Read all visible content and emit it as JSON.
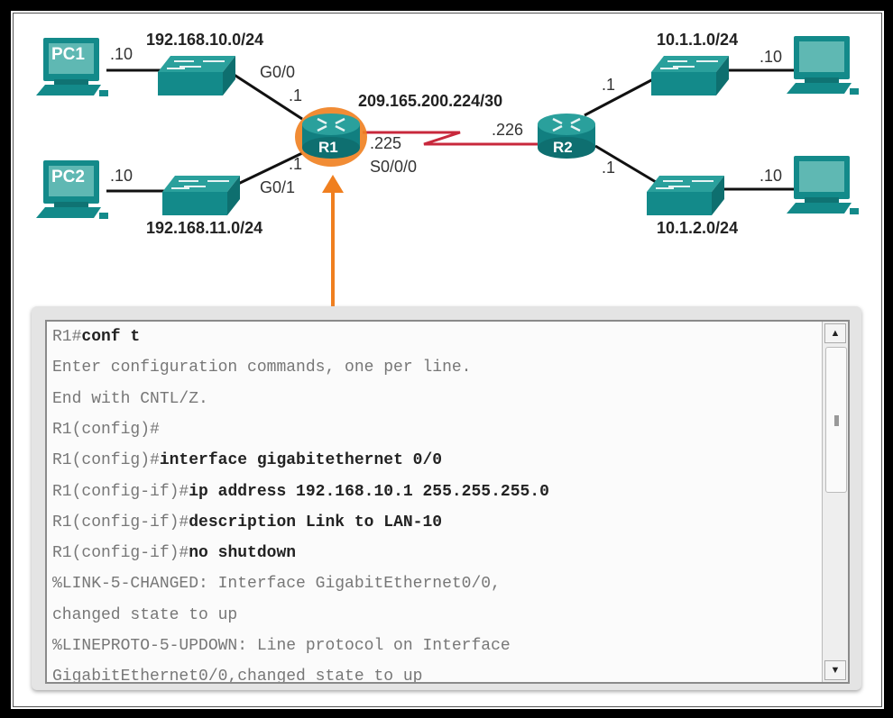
{
  "diagram": {
    "left_top_network": "192.168.10.0/24",
    "left_bottom_network": "192.168.11.0/24",
    "wan_network": "209.165.200.224/30",
    "right_top_network": "10.1.1.0/24",
    "right_bottom_network": "10.1.2.0/24",
    "pc1_label": "PC1",
    "pc2_label": "PC2",
    "r1_label": "R1",
    "r2_label": "R2",
    "pc1_host": ".10",
    "pc2_host": ".10",
    "pc3_host": ".10",
    "pc4_host": ".10",
    "r1_g00_iface": "G0/0",
    "r1_g01_iface": "G0/1",
    "r1_g00_host": ".1",
    "r1_g01_host": ".1",
    "r1_serial_host": ".225",
    "r1_serial_iface": "S0/0/0",
    "r2_serial_host": ".226",
    "r2_top_host": ".1",
    "r2_bottom_host": ".1",
    "colors": {
      "device": "#138a8a",
      "highlight": "#f07f1f",
      "serial_link": "#c8283c",
      "arrow": "#f07f1f"
    }
  },
  "terminal": {
    "lines": [
      {
        "prompt": "R1#",
        "cmd": "conf t"
      },
      {
        "prompt": "Enter configuration commands, one per line.",
        "cmd": ""
      },
      {
        "prompt": "End with CNTL/Z.",
        "cmd": ""
      },
      {
        "prompt": "R1(config)#",
        "cmd": ""
      },
      {
        "prompt": "R1(config)#",
        "cmd": "interface gigabitethernet 0/0"
      },
      {
        "prompt": "R1(config-if)#",
        "cmd": "ip address 192.168.10.1 255.255.255.0"
      },
      {
        "prompt": "R1(config-if)#",
        "cmd": "description Link to LAN-10"
      },
      {
        "prompt": "R1(config-if)#",
        "cmd": "no shutdown"
      },
      {
        "prompt": "%LINK-5-CHANGED: Interface GigabitEthernet0/0,",
        "cmd": ""
      },
      {
        "prompt": "changed state to up",
        "cmd": ""
      },
      {
        "prompt": "%LINEPROTO-5-UPDOWN: Line protocol on Interface",
        "cmd": ""
      },
      {
        "prompt": "GigabitEthernet0/0,changed state to up",
        "cmd": ""
      }
    ],
    "scroll_up_icon": "triangle-up",
    "scroll_down_icon": "triangle-down"
  }
}
